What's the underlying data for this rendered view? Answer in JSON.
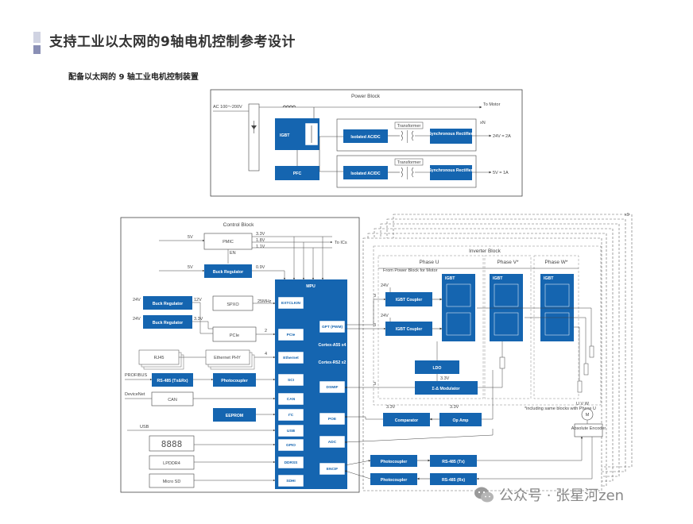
{
  "page": {
    "title": "支持工业以太网的9轴电机控制参考设计",
    "subtitle": "配备以太网的 9 轴工业电机控制装置"
  },
  "power": {
    "title": "Power Block",
    "ac_input": "AC 100〜200V",
    "igbt": "IGBT",
    "pfc": "PFC",
    "transformer": "Transformer",
    "isolated": "Isolated AC/DC",
    "sync": "Synchronous Rectifier",
    "to_motor": "To Motor",
    "out1": "24V = 2A",
    "out2": "5V = 1A",
    "mark": "xN"
  },
  "control": {
    "title": "Control Block",
    "pmic": "PMIC",
    "v5a": "5V",
    "v5b": "5V",
    "v33": "3.3V",
    "v18": "1.8V",
    "v11": "1.1V",
    "v09": "0.9V",
    "to_ics": "To ICs",
    "en": "EN",
    "buck": "Buck Regulator",
    "buck2": "Buck Regulator",
    "buck3": "Buck Regulator",
    "v24a": "24V",
    "v24b": "24V",
    "v12": "12V",
    "v33b": "3.3V",
    "spxo": "SPXO",
    "mhz": "25MHz",
    "pcie_sw": "PCIe",
    "rj45": "RJ45",
    "phy": "Ethernet PHY",
    "profibus": "PROFIBUS",
    "rs485": "RS-485 (Tx&Rx)",
    "photocoupler": "Photocoupler",
    "devicenet": "DeviceNet",
    "can_ext": "CAN",
    "eeprom": "EEPROM",
    "usb_ext": "USB",
    "lpddr4": "LPDDR4",
    "microsd": "Micro SD",
    "n2": "2",
    "n4": "4"
  },
  "mpu": {
    "title": "MPU",
    "extclkin": "EXTCLKIN",
    "pcie": "PCIe",
    "ethernet": "Ethernet",
    "sci": "SCI",
    "can": "CAN",
    "i2c": "I²C",
    "usb": "USB",
    "gpio": "GPIO",
    "ddrss": "DDRSS",
    "sdhi": "SDHI",
    "gpt": "GPT (PWM)",
    "cortex_a55": "Cortex-A55 x4",
    "cortex_r52": "Cortex-R52 x2",
    "dsmif": "DSMIF",
    "poe": "POE",
    "adc": "ADC",
    "encif": "ENCIF"
  },
  "inverter": {
    "title": "Inverter Block",
    "phase_u": "Phase U",
    "phase_v": "Phase V*",
    "phase_w": "Phase W*",
    "from_power": "From Power Block for Motor",
    "v24a": "24V",
    "v24b": "24V",
    "igbt_coupler": "IGBT Coupler",
    "igbt_coupler2": "IGBT Coupler",
    "igbt": "IGBT",
    "ldo": "LDO",
    "modulator": "Σ-Δ Modulator",
    "comparator": "Comparator",
    "opamp": "Op Amp",
    "v33a": "3.3V",
    "v33b": "3.3V",
    "v33c": "3.3V",
    "note": "*including same blocks with Phase U",
    "encoder": "Absolute Encoder",
    "motor": "M",
    "uvw": "U V W",
    "photocoupler1": "Photocoupler",
    "photocoupler2": "Photocoupler",
    "rs485tx": "RS-485 (Tx)",
    "rs485rx": "RS-485 (Rx)",
    "n3a": "3",
    "n3b": "3",
    "n3c": "3",
    "x9": "x9"
  },
  "watermark": {
    "text": "公众号 · 张星河zen"
  }
}
